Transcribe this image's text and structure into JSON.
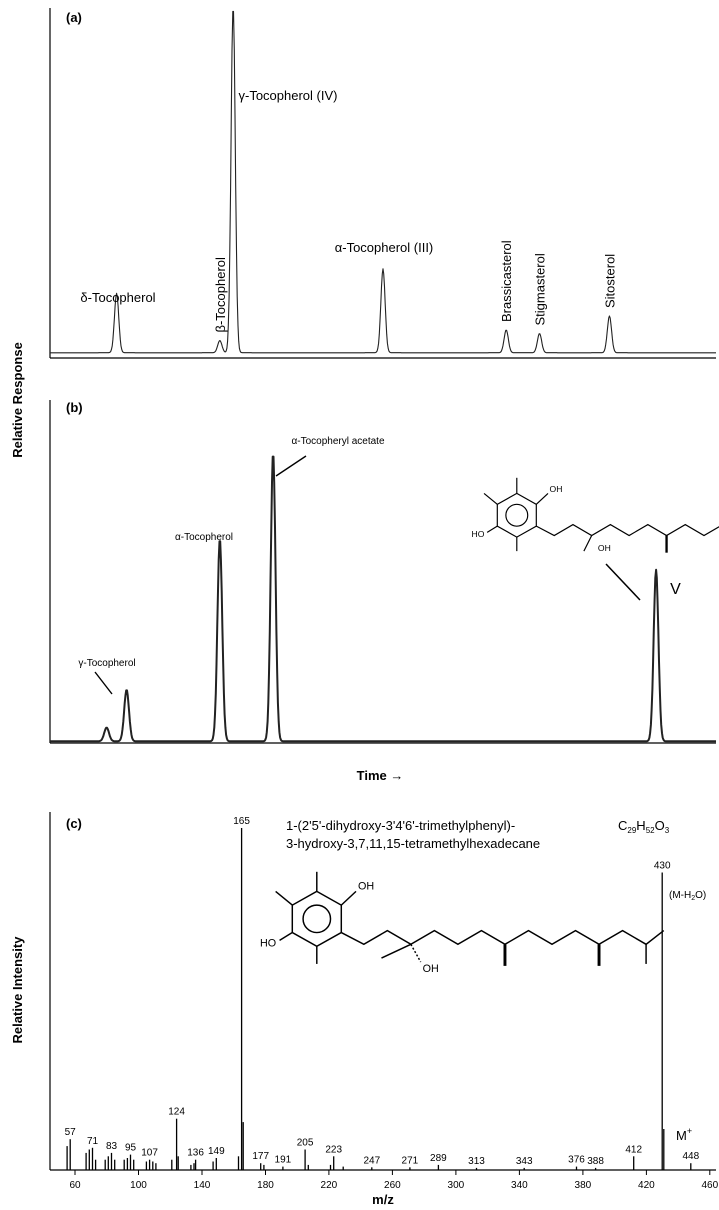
{
  "figure": {
    "panel_a_label": "(a)",
    "panel_b_label": "(b)",
    "panel_c_label": "(c)",
    "ylabel_ab": "Relative Response",
    "xlabel_ab": "Time →",
    "ylabel_c": "Relative Intensity",
    "xlabel_c": "m/z"
  },
  "chart_data": [
    {
      "type": "line",
      "panel": "(a)",
      "xlabel": "",
      "ylabel": "Relative Response",
      "x_unit": "relative retention (0-1)",
      "y_unit": "relative response (0-1)",
      "xlim": [
        0,
        1
      ],
      "ylim": [
        0,
        1
      ],
      "baseline": 0.015,
      "peaks": [
        {
          "name": "δ-Tocopherol",
          "x": 0.1,
          "height": 0.17,
          "label_rotation": 0
        },
        {
          "name": "β-Tocopherol",
          "x": 0.255,
          "height": 0.035,
          "label_rotation": -90
        },
        {
          "name": "γ-Tocopherol (IV)",
          "x": 0.275,
          "height": 0.99,
          "label_rotation": 0
        },
        {
          "name": "α-Tocopherol (III)",
          "x": 0.5,
          "height": 0.24,
          "label_rotation": 0
        },
        {
          "name": "Brassicasterol",
          "x": 0.685,
          "height": 0.065,
          "label_rotation": -90
        },
        {
          "name": "Stigmasterol",
          "x": 0.735,
          "height": 0.055,
          "label_rotation": -90
        },
        {
          "name": "Sitosterol",
          "x": 0.84,
          "height": 0.105,
          "label_rotation": -90
        }
      ]
    },
    {
      "type": "line",
      "panel": "(b)",
      "xlabel": "Time →",
      "ylabel": "Relative Response",
      "x_unit": "relative retention (0-1)",
      "y_unit": "relative response (0-1)",
      "xlim": [
        0,
        1
      ],
      "ylim": [
        0,
        1
      ],
      "baseline": 0.005,
      "peaks": [
        {
          "name": "",
          "x": 0.085,
          "height": 0.04
        },
        {
          "name": "γ-Tocopherol",
          "x": 0.115,
          "height": 0.15
        },
        {
          "name": "α-Tocopherol",
          "x": 0.255,
          "height": 0.59
        },
        {
          "name": "α-Tocopheryl acetate",
          "x": 0.335,
          "height": 0.84
        },
        {
          "name": "V",
          "x": 0.91,
          "height": 0.5
        }
      ],
      "structure_label": "V"
    },
    {
      "type": "bar",
      "panel": "(c)",
      "xlabel": "m/z",
      "ylabel": "Relative Intensity",
      "xlim": [
        30,
        470
      ],
      "ylim": [
        0,
        100
      ],
      "xticks": [
        60,
        100,
        140,
        180,
        220,
        260,
        300,
        340,
        380,
        420,
        460
      ],
      "compound_name_line1": "1-(2'5'-dihydroxy-3'4'6'-trimethylphenyl)-",
      "compound_name_line2": "3-hydroxy-3,7,11,15-tetramethylhexadecane",
      "formula": "C29H52O3",
      "peaks": [
        {
          "mz": 55,
          "intensity": 7,
          "label": ""
        },
        {
          "mz": 57,
          "intensity": 9,
          "label": "57"
        },
        {
          "mz": 67,
          "intensity": 5,
          "label": ""
        },
        {
          "mz": 69,
          "intensity": 6,
          "label": ""
        },
        {
          "mz": 71,
          "intensity": 6.5,
          "label": "71"
        },
        {
          "mz": 73,
          "intensity": 3,
          "label": ""
        },
        {
          "mz": 79,
          "intensity": 3,
          "label": ""
        },
        {
          "mz": 81,
          "intensity": 4,
          "label": ""
        },
        {
          "mz": 83,
          "intensity": 5,
          "label": "83"
        },
        {
          "mz": 85,
          "intensity": 3,
          "label": ""
        },
        {
          "mz": 91,
          "intensity": 3,
          "label": ""
        },
        {
          "mz": 93,
          "intensity": 3.5,
          "label": ""
        },
        {
          "mz": 95,
          "intensity": 4.5,
          "label": "95"
        },
        {
          "mz": 97,
          "intensity": 3,
          "label": ""
        },
        {
          "mz": 105,
          "intensity": 2.5,
          "label": ""
        },
        {
          "mz": 107,
          "intensity": 3,
          "label": "107"
        },
        {
          "mz": 109,
          "intensity": 2.5,
          "label": ""
        },
        {
          "mz": 111,
          "intensity": 2,
          "label": ""
        },
        {
          "mz": 121,
          "intensity": 3,
          "label": ""
        },
        {
          "mz": 124,
          "intensity": 15,
          "label": "124"
        },
        {
          "mz": 125,
          "intensity": 4,
          "label": ""
        },
        {
          "mz": 133,
          "intensity": 1.5,
          "label": ""
        },
        {
          "mz": 135,
          "intensity": 2,
          "label": ""
        },
        {
          "mz": 136,
          "intensity": 3,
          "label": "136"
        },
        {
          "mz": 147,
          "intensity": 2.5,
          "label": ""
        },
        {
          "mz": 149,
          "intensity": 3.5,
          "label": "149"
        },
        {
          "mz": 163,
          "intensity": 4,
          "label": ""
        },
        {
          "mz": 165,
          "intensity": 100,
          "label": "165"
        },
        {
          "mz": 166,
          "intensity": 14,
          "label": ""
        },
        {
          "mz": 177,
          "intensity": 2,
          "label": "177"
        },
        {
          "mz": 179,
          "intensity": 1.5,
          "label": ""
        },
        {
          "mz": 191,
          "intensity": 1,
          "label": "191"
        },
        {
          "mz": 205,
          "intensity": 6,
          "label": "205"
        },
        {
          "mz": 207,
          "intensity": 1.5,
          "label": ""
        },
        {
          "mz": 221,
          "intensity": 1.5,
          "label": ""
        },
        {
          "mz": 223,
          "intensity": 4,
          "label": "223"
        },
        {
          "mz": 229,
          "intensity": 1,
          "label": ""
        },
        {
          "mz": 247,
          "intensity": 0.8,
          "label": "247"
        },
        {
          "mz": 271,
          "intensity": 0.8,
          "label": "271"
        },
        {
          "mz": 289,
          "intensity": 1.5,
          "label": "289"
        },
        {
          "mz": 313,
          "intensity": 0.6,
          "label": "313"
        },
        {
          "mz": 343,
          "intensity": 0.6,
          "label": "343"
        },
        {
          "mz": 376,
          "intensity": 1,
          "label": "376"
        },
        {
          "mz": 388,
          "intensity": 0.6,
          "label": "388"
        },
        {
          "mz": 412,
          "intensity": 4,
          "label": "412"
        },
        {
          "mz": 430,
          "intensity": 87,
          "label": "430"
        },
        {
          "mz": 431,
          "intensity": 12,
          "label": ""
        },
        {
          "mz": 448,
          "intensity": 2,
          "label": "448"
        }
      ],
      "annotations": [
        {
          "text": "(M-H2O)",
          "near_mz": 430
        },
        {
          "text": "M+",
          "near_mz": 448
        }
      ]
    }
  ]
}
